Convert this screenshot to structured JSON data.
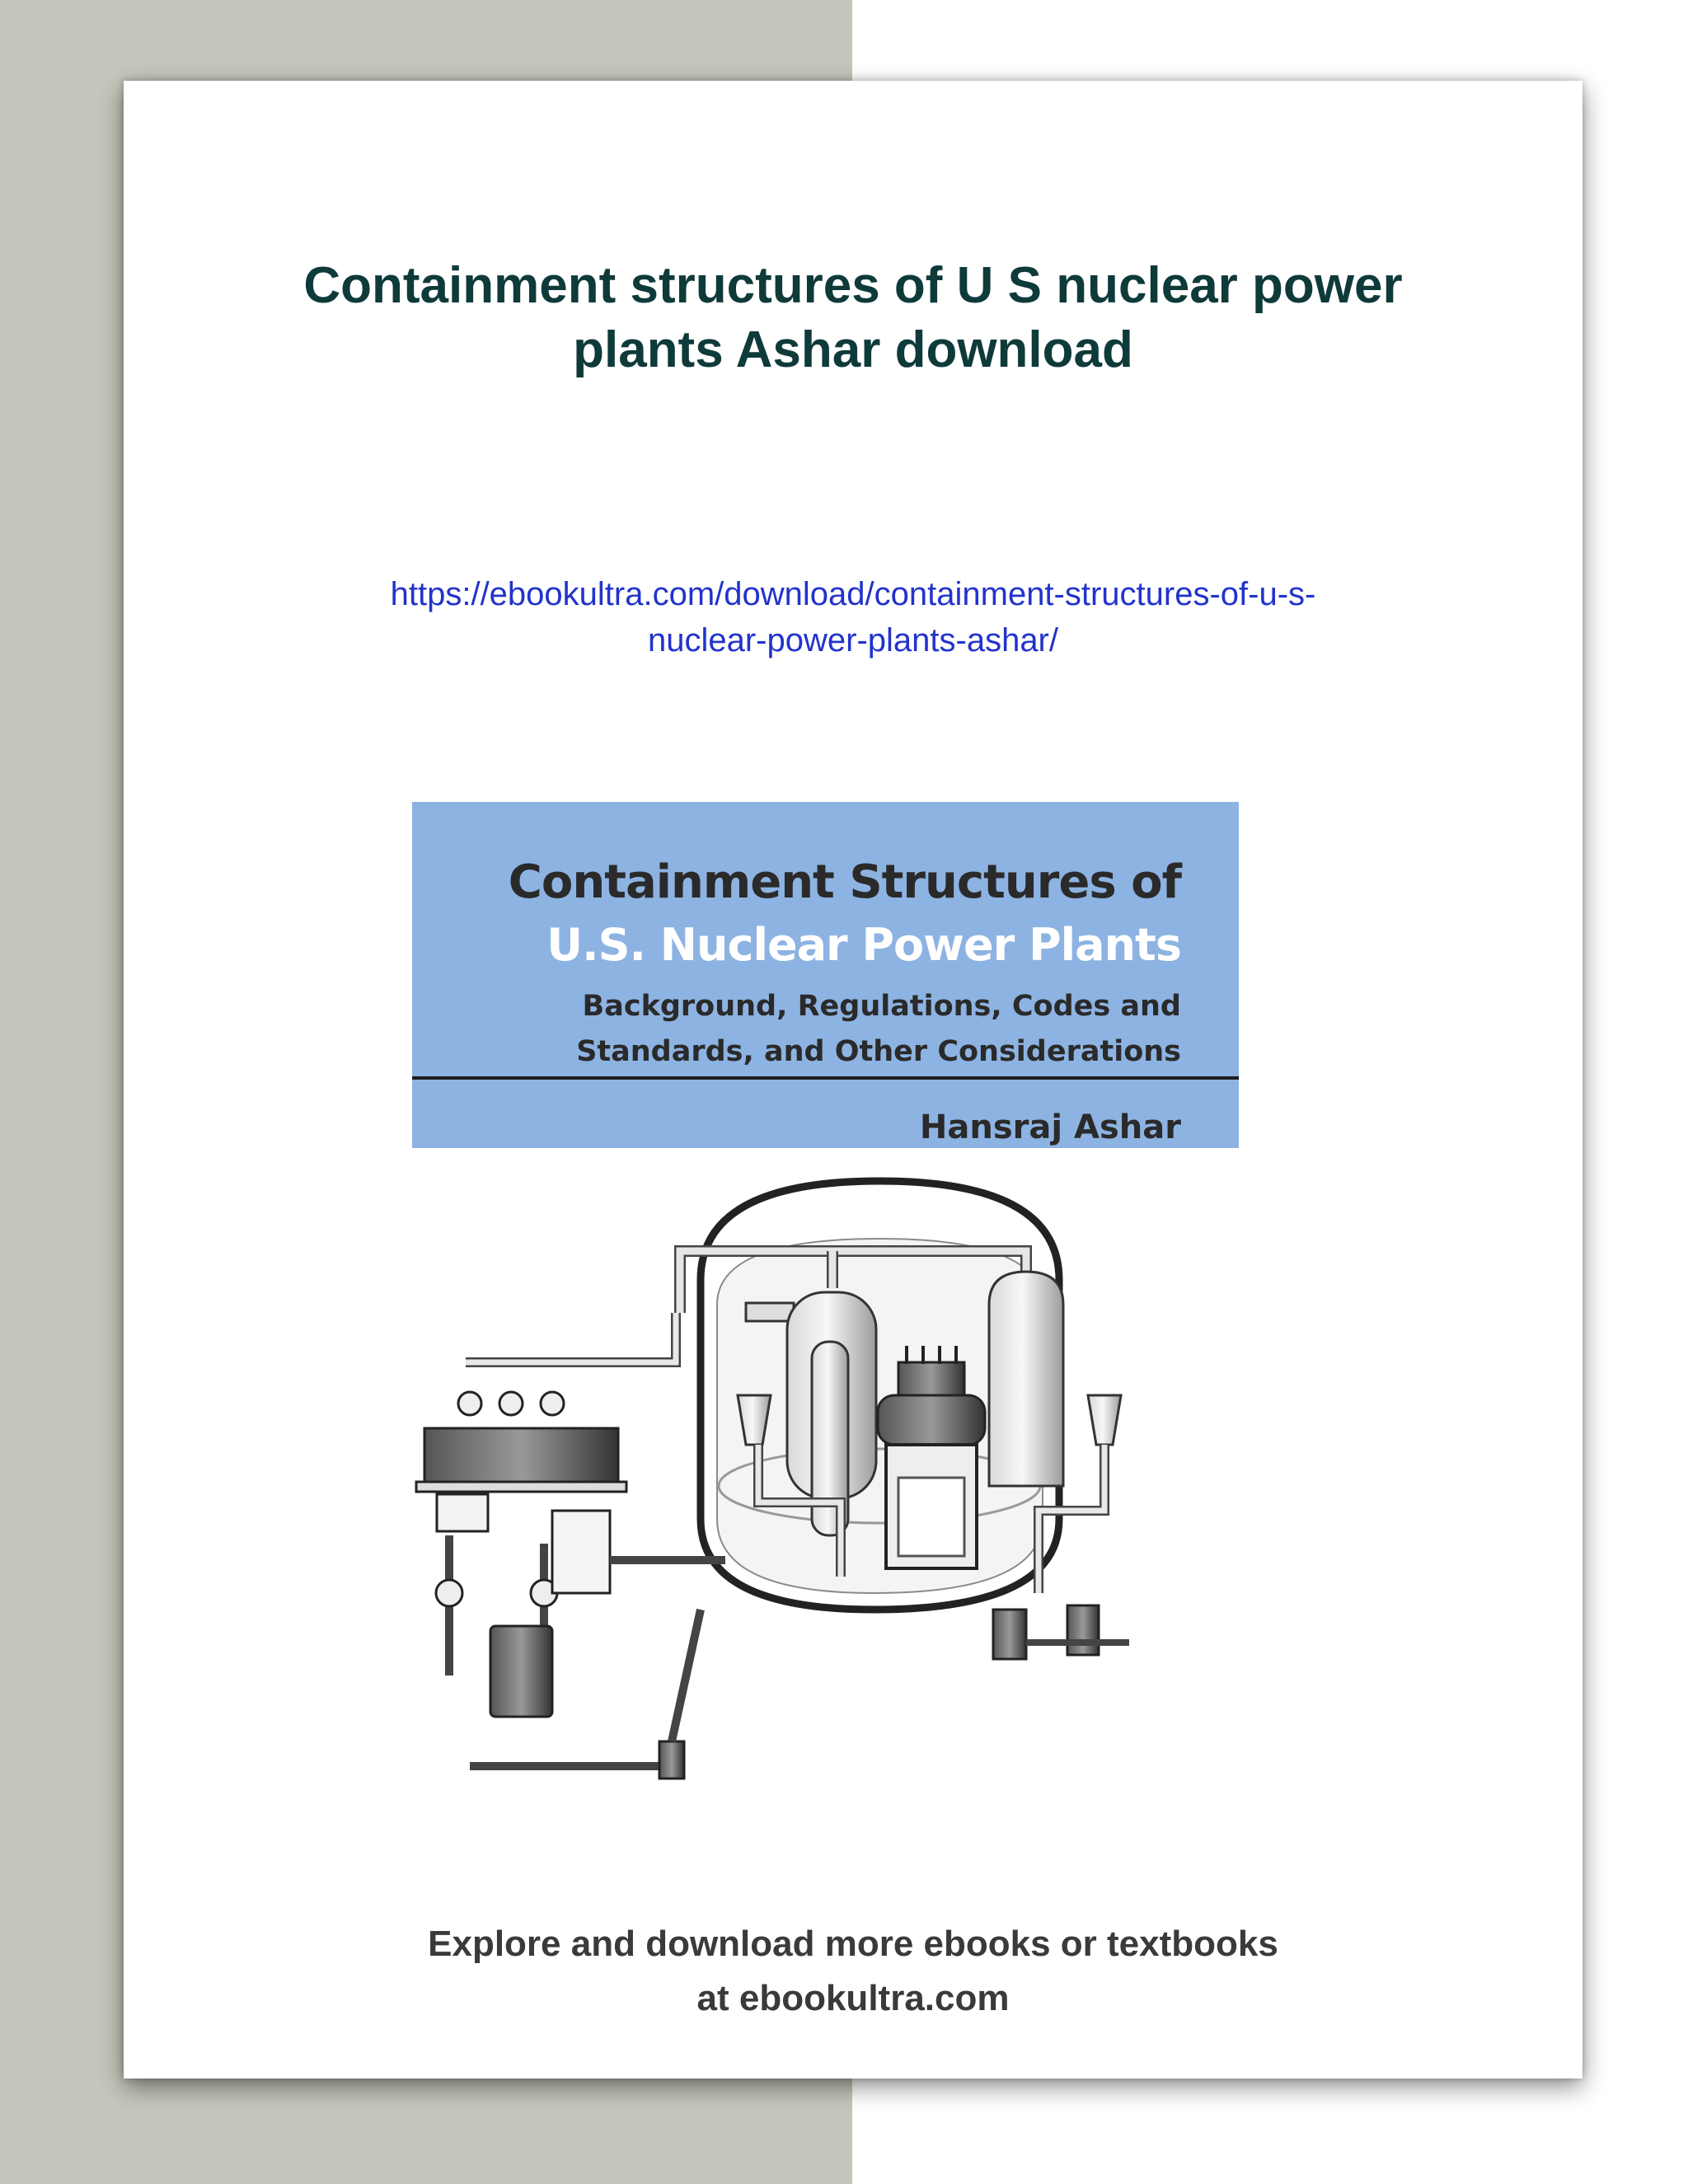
{
  "page": {
    "title_lines": [
      "Containment structures of U S nuclear power",
      "plants Ashar download"
    ],
    "link_lines": [
      "https://ebookultra.com/download/containment-structures-of-u-s-",
      "nuclear-power-plants-ashar/"
    ],
    "footer_lines": [
      "Explore and download more ebooks or textbooks",
      "at ebookultra.com"
    ]
  },
  "cover": {
    "title_line1": "Containment Structures of",
    "title_line2": "U.S. Nuclear Power Plants",
    "subtitle_line1": "Background, Regulations, Codes and",
    "subtitle_line2": "Standards, and Other Considerations",
    "author": "Hansraj Ashar",
    "illustration": "containment-structure-illustration"
  },
  "colors": {
    "title": "#0f3a3a",
    "link": "#2233cc",
    "cover_band": "#8db3e2",
    "left_background": "#c4c7bb"
  }
}
